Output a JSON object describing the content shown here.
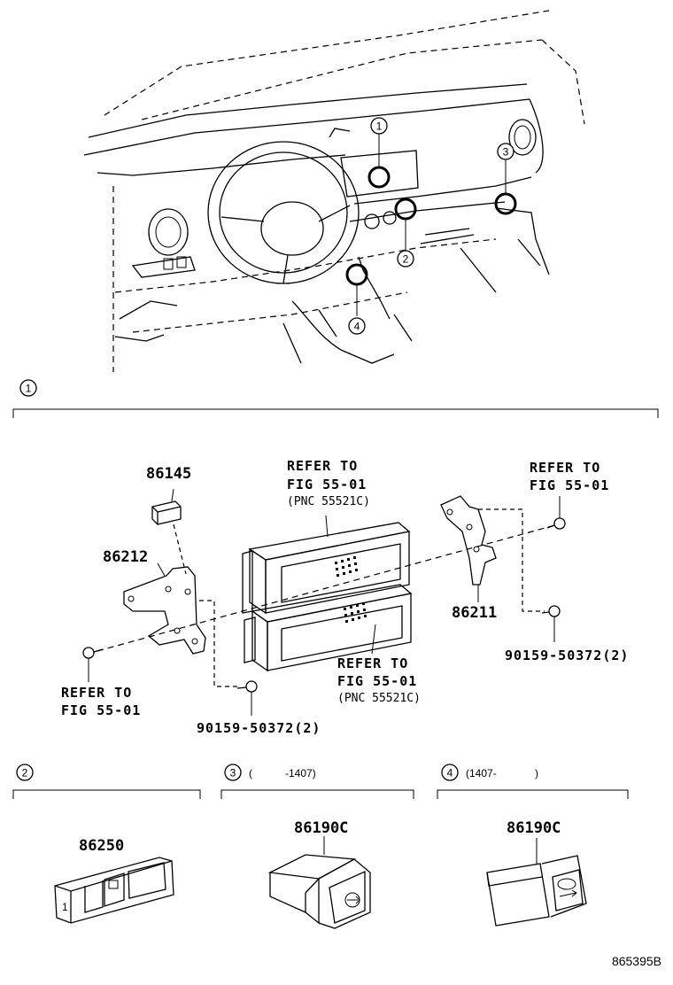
{
  "overview": {
    "callouts": [
      "1",
      "2",
      "3",
      "4"
    ]
  },
  "section1": {
    "number": "1",
    "parts": {
      "p86145": "86145",
      "p86212": "86212",
      "p86211": "86211"
    },
    "refs": {
      "top_center_l1": "REFER TO",
      "top_center_l2": "FIG 55-01",
      "top_center_l3": "(PNC 55521C)",
      "top_right_l1": "REFER TO",
      "top_right_l2": "FIG 55-01",
      "bottom_center_l1": "REFER TO",
      "bottom_center_l2": "FIG 55-01",
      "bottom_center_l3": "(PNC 55521C)",
      "bottom_left_l1": "REFER TO",
      "bottom_left_l2": "FIG 55-01"
    },
    "bolts": {
      "right": "90159-50372(2)",
      "left": "90159-50372(2)"
    }
  },
  "section2": {
    "number": "2",
    "part": "86250"
  },
  "section3": {
    "number": "3",
    "range_open": "(",
    "range_close": "-1407)",
    "part": "86190C"
  },
  "section4": {
    "number": "4",
    "range_open": "(1407-",
    "range_close": ")",
    "part": "86190C"
  },
  "figure_number": "865395B"
}
